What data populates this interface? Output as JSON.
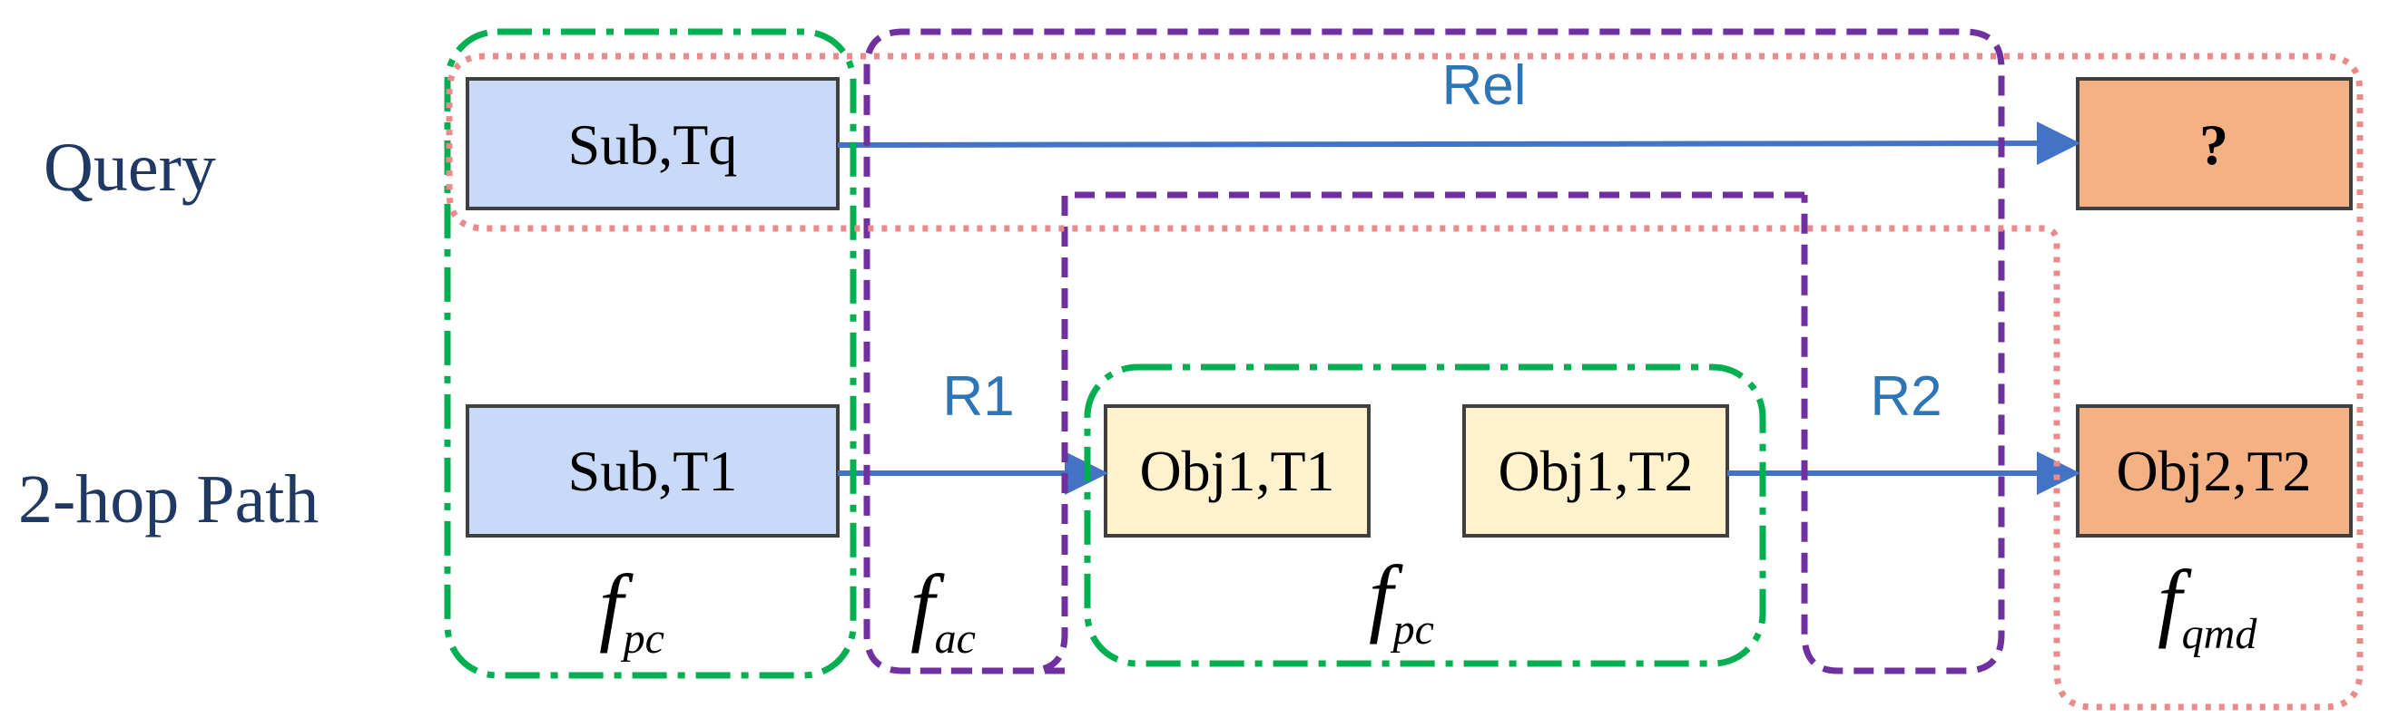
{
  "row_labels": {
    "query": "Query",
    "two_hop": "2-hop Path"
  },
  "nodes": {
    "query_subject": "Sub,Tq",
    "query_target": "?",
    "path_subject": "Sub,T1",
    "path_obj1_t1": "Obj1,T1",
    "path_obj1_t2": "Obj1,T2",
    "path_obj2_t2": "Obj2,T2"
  },
  "relations": {
    "rel": "Rel",
    "r1": "R1",
    "r2": "R2"
  },
  "functions": {
    "left_pc": {
      "base": "f",
      "sub": "pc"
    },
    "ac": {
      "base": "f",
      "sub": "ac"
    },
    "mid_pc": {
      "base": "f",
      "sub": "pc"
    },
    "qmd": {
      "base": "f",
      "sub": "qmd"
    }
  },
  "colors": {
    "row_label": "#1f3864",
    "relation_text": "#2e75b6",
    "arrow": "#4472c4",
    "subject_fill": "#c9daf8",
    "object_fill": "#fff2cc",
    "target_fill": "#f4b183",
    "node_border": "#404040",
    "green_group": "#00b050",
    "purple_group": "#7030a0",
    "red_group": "#ea8a8a"
  }
}
